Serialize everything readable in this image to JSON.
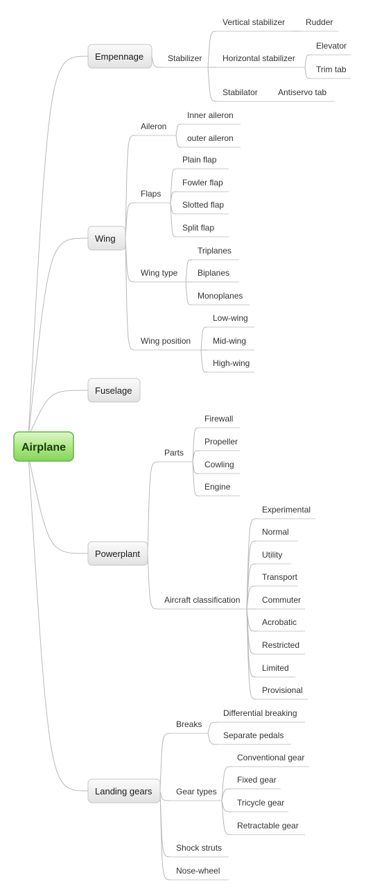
{
  "root": {
    "label": "Airplane"
  },
  "branches": [
    {
      "label": "Empennage",
      "children": [
        {
          "label": "Stabilizer",
          "children": [
            {
              "label": "Vertical stabilizer",
              "children": [
                {
                  "label": "Rudder"
                }
              ]
            },
            {
              "label": "Horizontal stabilizer",
              "children": [
                {
                  "label": "Elevator"
                },
                {
                  "label": "Trim tab"
                }
              ]
            },
            {
              "label": "Stabilator",
              "children": [
                {
                  "label": "Antiservo tab"
                }
              ]
            }
          ]
        }
      ]
    },
    {
      "label": "Wing",
      "children": [
        {
          "label": "Aileron",
          "children": [
            {
              "label": "Inner aileron"
            },
            {
              "label": "outer aileron"
            }
          ]
        },
        {
          "label": "Flaps",
          "children": [
            {
              "label": "Plain flap"
            },
            {
              "label": "Fowler flap"
            },
            {
              "label": "Slotted flap"
            },
            {
              "label": "Split flap"
            }
          ]
        },
        {
          "label": "Wing type",
          "children": [
            {
              "label": "Triplanes"
            },
            {
              "label": "Biplanes"
            },
            {
              "label": "Monoplanes"
            }
          ]
        },
        {
          "label": "Wing position",
          "children": [
            {
              "label": "Low-wing"
            },
            {
              "label": "Mid-wing"
            },
            {
              "label": "High-wing"
            }
          ]
        }
      ]
    },
    {
      "label": "Fuselage",
      "children": []
    },
    {
      "label": "Powerplant",
      "children": [
        {
          "label": "Parts",
          "children": [
            {
              "label": "Firewall"
            },
            {
              "label": "Propeller"
            },
            {
              "label": "Cowling"
            },
            {
              "label": "Engine"
            }
          ]
        },
        {
          "label": "Aircraft classification",
          "children": [
            {
              "label": "Experimental"
            },
            {
              "label": "Normal"
            },
            {
              "label": "Utility"
            },
            {
              "label": "Transport"
            },
            {
              "label": "Commuter"
            },
            {
              "label": "Acrobatic"
            },
            {
              "label": "Restricted"
            },
            {
              "label": "Limited"
            },
            {
              "label": "Provisional"
            }
          ]
        }
      ]
    },
    {
      "label": "Landing gears",
      "children": [
        {
          "label": "Breaks",
          "children": [
            {
              "label": "Differential breaking"
            },
            {
              "label": "Separate pedals"
            }
          ]
        },
        {
          "label": "Gear types",
          "children": [
            {
              "label": "Conventional gear"
            },
            {
              "label": "Fixed gear"
            },
            {
              "label": "Tricycle gear"
            },
            {
              "label": "Retractable gear"
            }
          ]
        },
        {
          "label": "Shock struts",
          "children": []
        },
        {
          "label": "Nose-wheel",
          "children": []
        }
      ]
    }
  ]
}
